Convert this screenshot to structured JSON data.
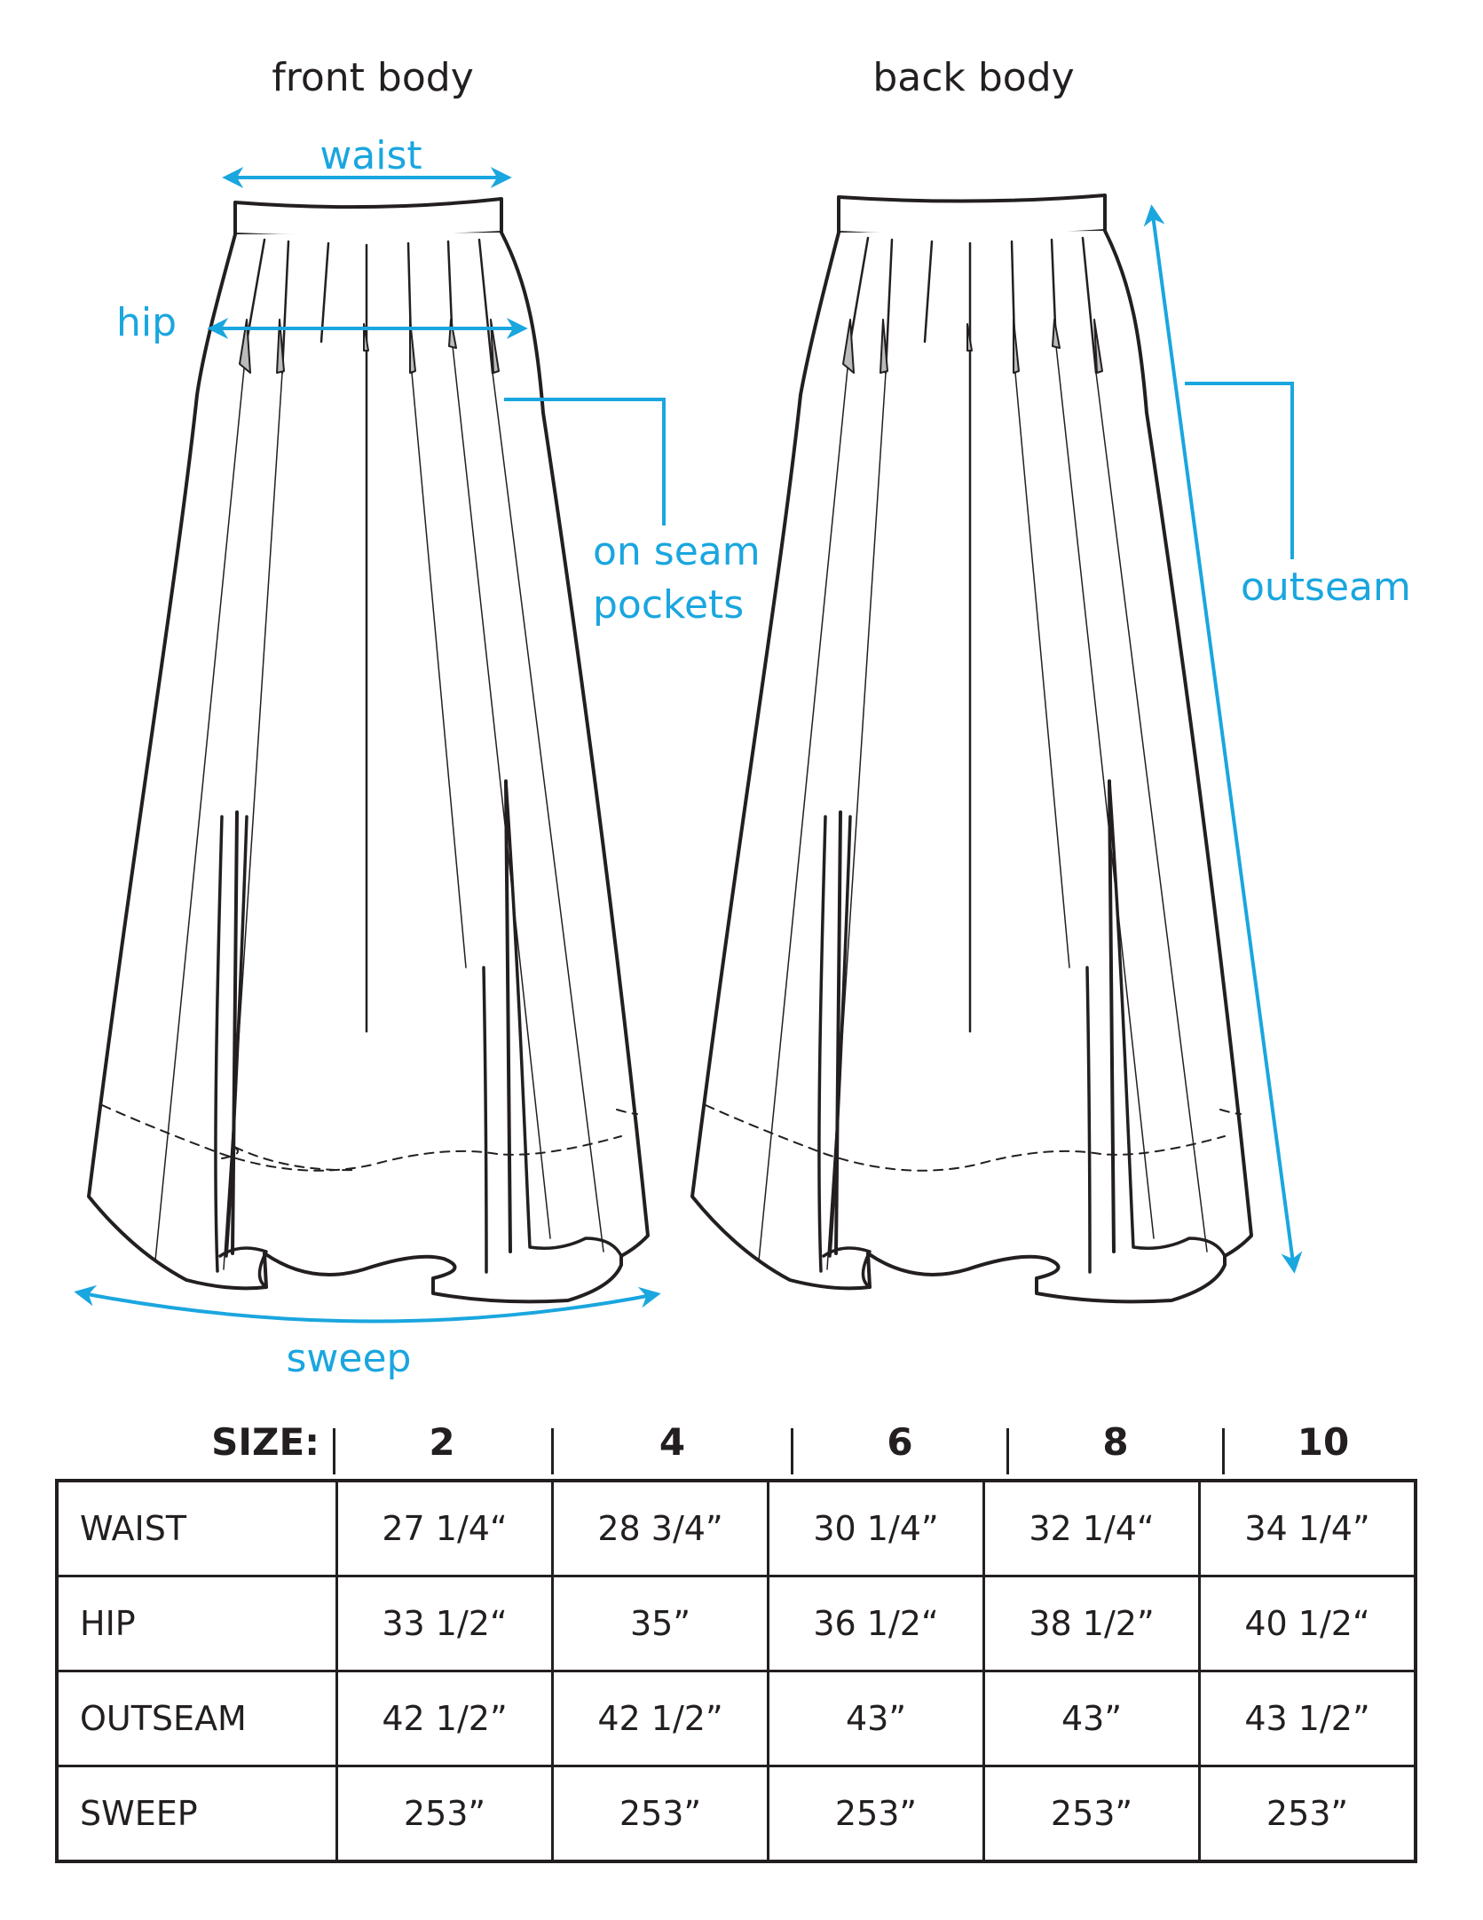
{
  "views": {
    "front_title": "front body",
    "back_title": "back body"
  },
  "callouts": {
    "waist": "waist",
    "hip": "hip",
    "pockets_line1": "on seam",
    "pockets_line2": "pockets",
    "outseam": "outseam",
    "sweep": "sweep"
  },
  "colors": {
    "accent": "#1aa6df",
    "line": "#231f20"
  },
  "size_table": {
    "size_label": "SIZE:",
    "sizes": [
      "2",
      "4",
      "6",
      "8",
      "10"
    ],
    "rows": [
      {
        "label": "WAIST",
        "values": [
          "27 1/4“",
          "28 3/4”",
          "30 1/4”",
          "32 1/4“",
          "34 1/4”"
        ]
      },
      {
        "label": "HIP",
        "values": [
          "33 1/2“",
          "35”",
          "36 1/2“",
          "38 1/2”",
          "40 1/2“"
        ]
      },
      {
        "label": "OUTSEAM",
        "values": [
          "42 1/2”",
          "42 1/2”",
          "43”",
          "43”",
          "43 1/2”"
        ]
      },
      {
        "label": "SWEEP",
        "values": [
          "253”",
          "253”",
          "253”",
          "253”",
          "253”"
        ]
      }
    ]
  }
}
